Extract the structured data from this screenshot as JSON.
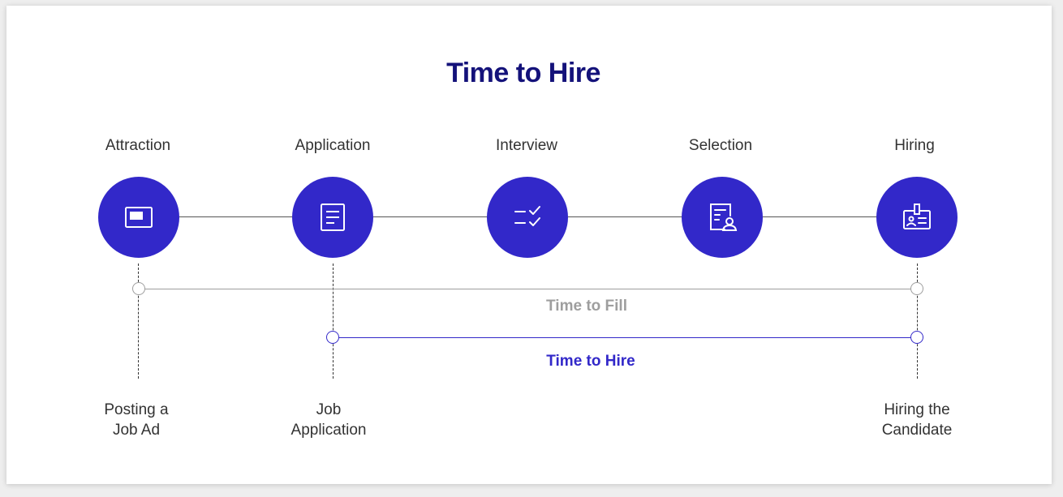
{
  "title": "Time to Hire",
  "stages": [
    {
      "label": "Attraction",
      "icon": "job-ad-card-icon"
    },
    {
      "label": "Application",
      "icon": "document-icon"
    },
    {
      "label": "Interview",
      "icon": "checklist-icon"
    },
    {
      "label": "Selection",
      "icon": "candidate-profile-icon"
    },
    {
      "label": "Hiring",
      "icon": "id-badge-icon"
    }
  ],
  "ranges": {
    "time_to_fill": {
      "label": "Time to Fill",
      "color": "#9e9e9e"
    },
    "time_to_hire": {
      "label": "Time to Hire",
      "color": "#3228c9"
    }
  },
  "milestones": {
    "posting": {
      "line1": "Posting a",
      "line2": "Job Ad"
    },
    "application": {
      "line1": "Job",
      "line2": "Application"
    },
    "hiring": {
      "line1": "Hiring the",
      "line2": "Candidate"
    }
  },
  "colors": {
    "accent": "#3228c9",
    "title": "#14127a",
    "text": "#333333"
  }
}
